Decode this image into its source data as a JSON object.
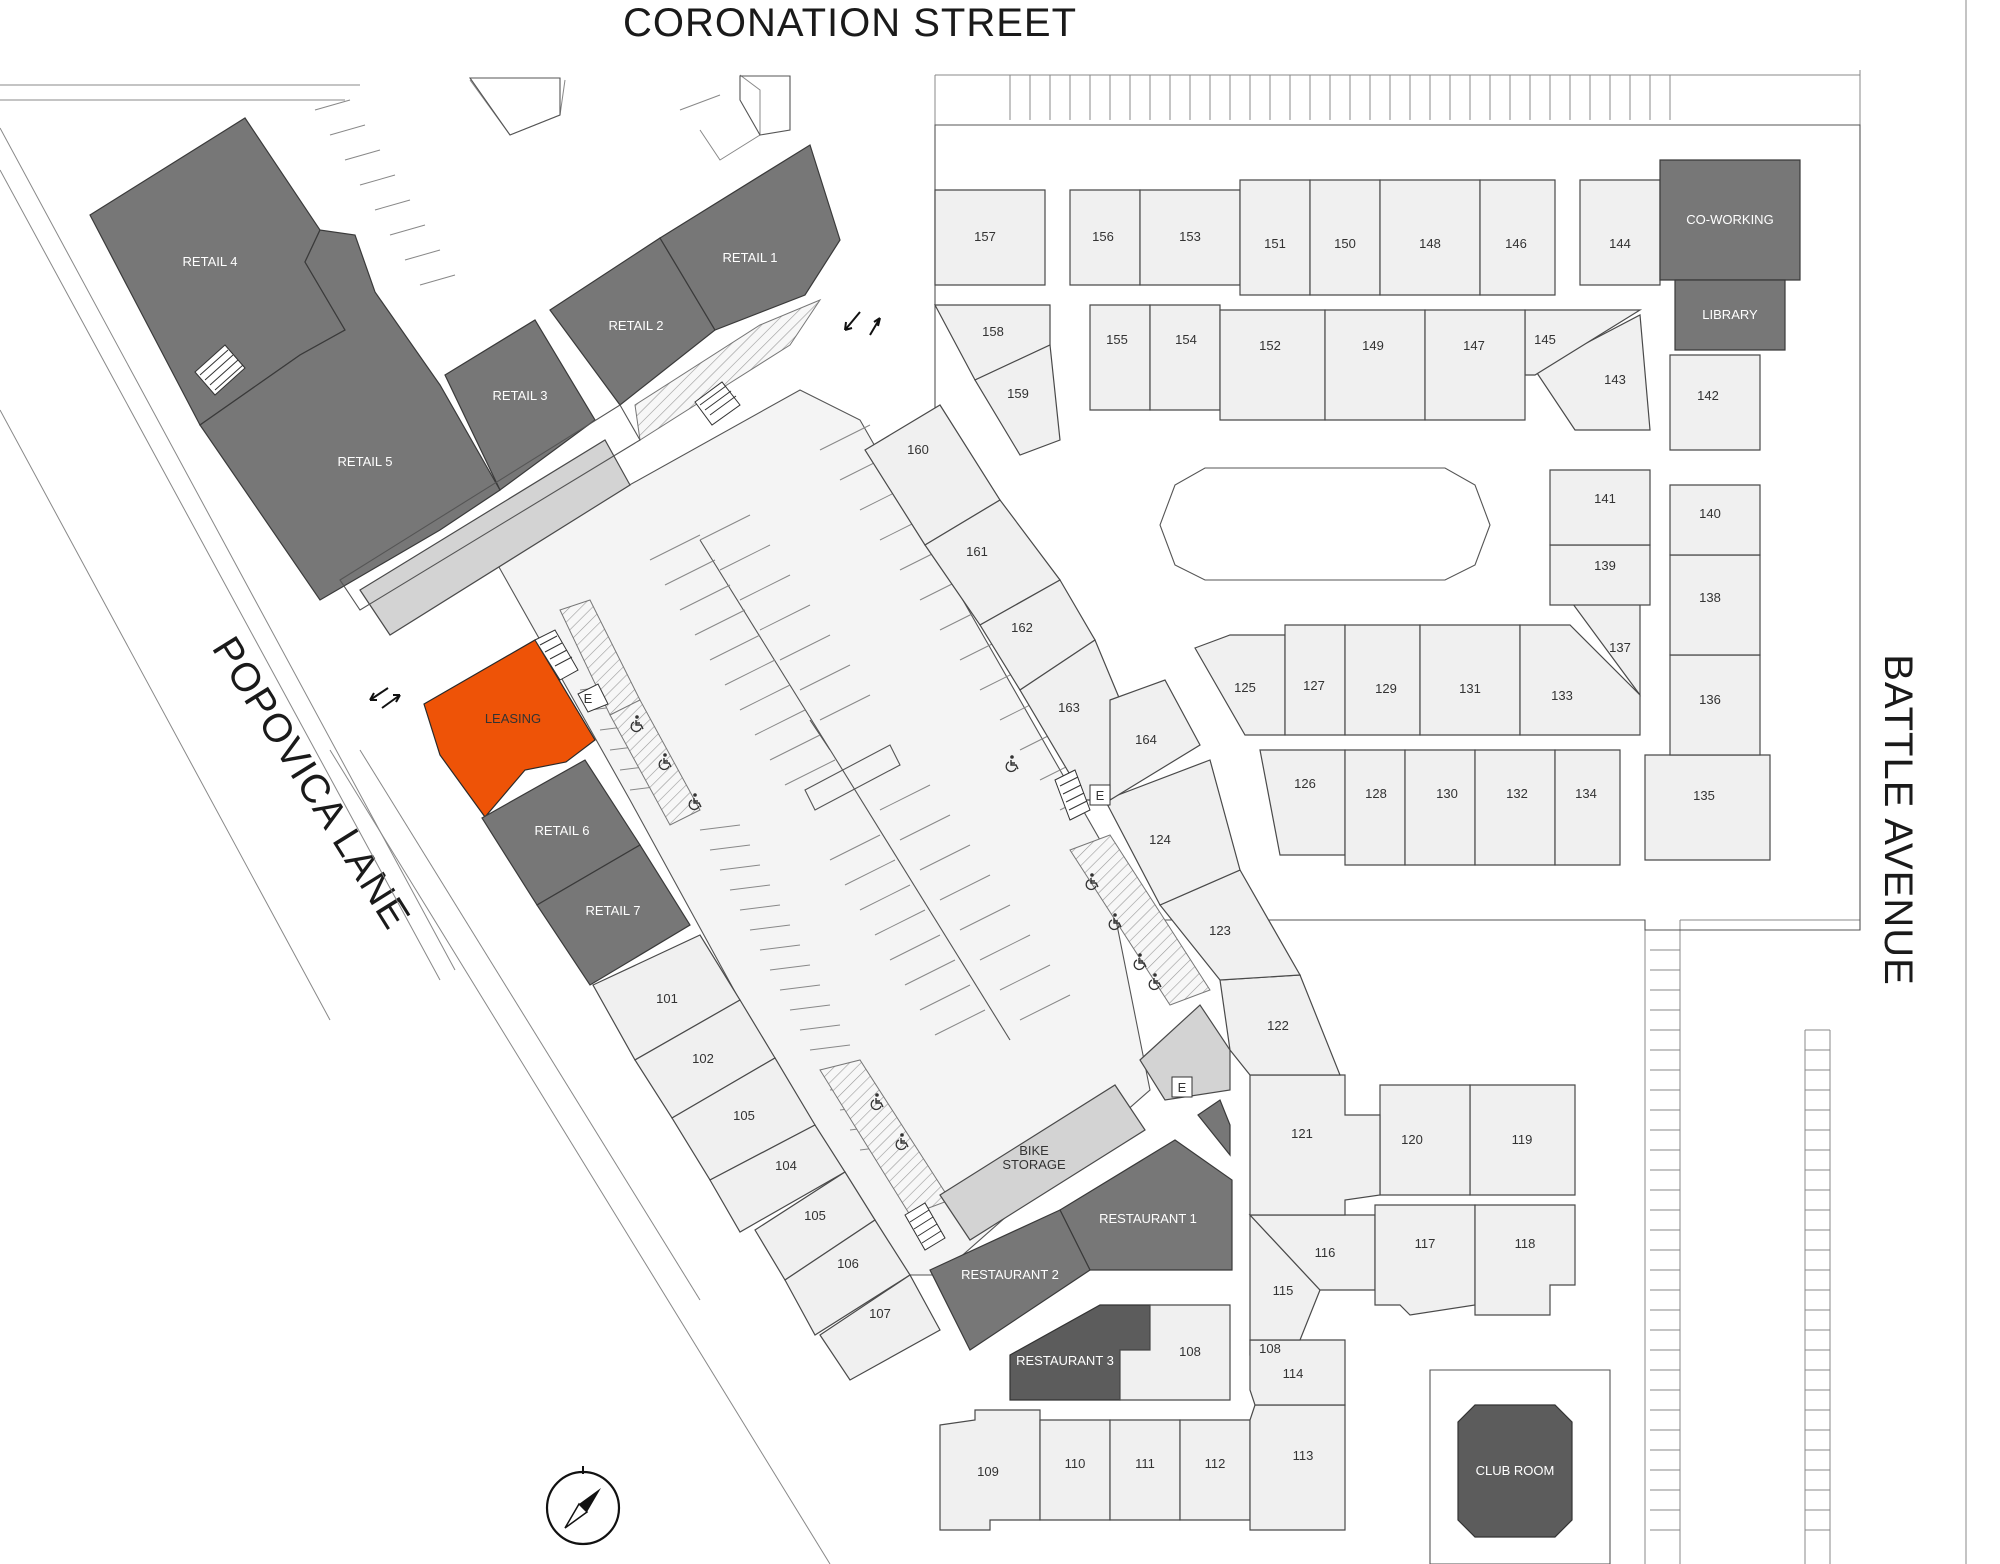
{
  "streets": {
    "north": "CORONATION STREET",
    "west": "POPOVICA LANE",
    "east": "BATTLE AVENUE"
  },
  "colors": {
    "leasing": "#ee5307",
    "retail": "#777777",
    "restaurant3": "#5c5c5c",
    "common": "#d3d3d3",
    "unit": "#f0f0f0"
  },
  "amenities": {
    "leasing": "LEASING",
    "coworking": "CO-WORKING",
    "library": "LIBRARY",
    "club_room": "CLUB ROOM",
    "bike_storage": [
      "BIKE",
      "STORAGE"
    ],
    "elevator": "E"
  },
  "retail": [
    "RETAIL 1",
    "RETAIL 2",
    "RETAIL 3",
    "RETAIL 4",
    "RETAIL 5",
    "RETAIL 6",
    "RETAIL 7"
  ],
  "restaurants": [
    "RESTAURANT 1",
    "RESTAURANT 2",
    "RESTAURANT 3"
  ],
  "units": {
    "u101": "101",
    "u102": "102",
    "u105a": "105",
    "u104": "104",
    "u105b": "105",
    "u106": "106",
    "u107": "107",
    "u108a": "108",
    "u108b": "108",
    "u109": "109",
    "u110": "110",
    "u111": "111",
    "u112": "112",
    "u113": "113",
    "u114": "114",
    "u115": "115",
    "u116": "116",
    "u117": "117",
    "u118": "118",
    "u119": "119",
    "u120": "120",
    "u121": "121",
    "u122": "122",
    "u123": "123",
    "u124": "124",
    "u125": "125",
    "u126": "126",
    "u127": "127",
    "u128": "128",
    "u129": "129",
    "u130": "130",
    "u131": "131",
    "u132": "132",
    "u133": "133",
    "u134": "134",
    "u135": "135",
    "u136": "136",
    "u137": "137",
    "u138": "138",
    "u139": "139",
    "u140": "140",
    "u141": "141",
    "u142": "142",
    "u143": "143",
    "u144": "144",
    "u145": "145",
    "u146": "146",
    "u147": "147",
    "u148": "148",
    "u149": "149",
    "u150": "150",
    "u151": "151",
    "u152": "152",
    "u153": "153",
    "u154": "154",
    "u155": "155",
    "u156": "156",
    "u157": "157",
    "u158": "158",
    "u159": "159",
    "u160": "160",
    "u161": "161",
    "u162": "162",
    "u163": "163",
    "u164": "164"
  },
  "icons": {
    "traffic": "two-way-traffic-arrows",
    "accessible": "accessible-parking-icon",
    "stairs": "stairs-icon",
    "compass": "north-compass-icon"
  }
}
